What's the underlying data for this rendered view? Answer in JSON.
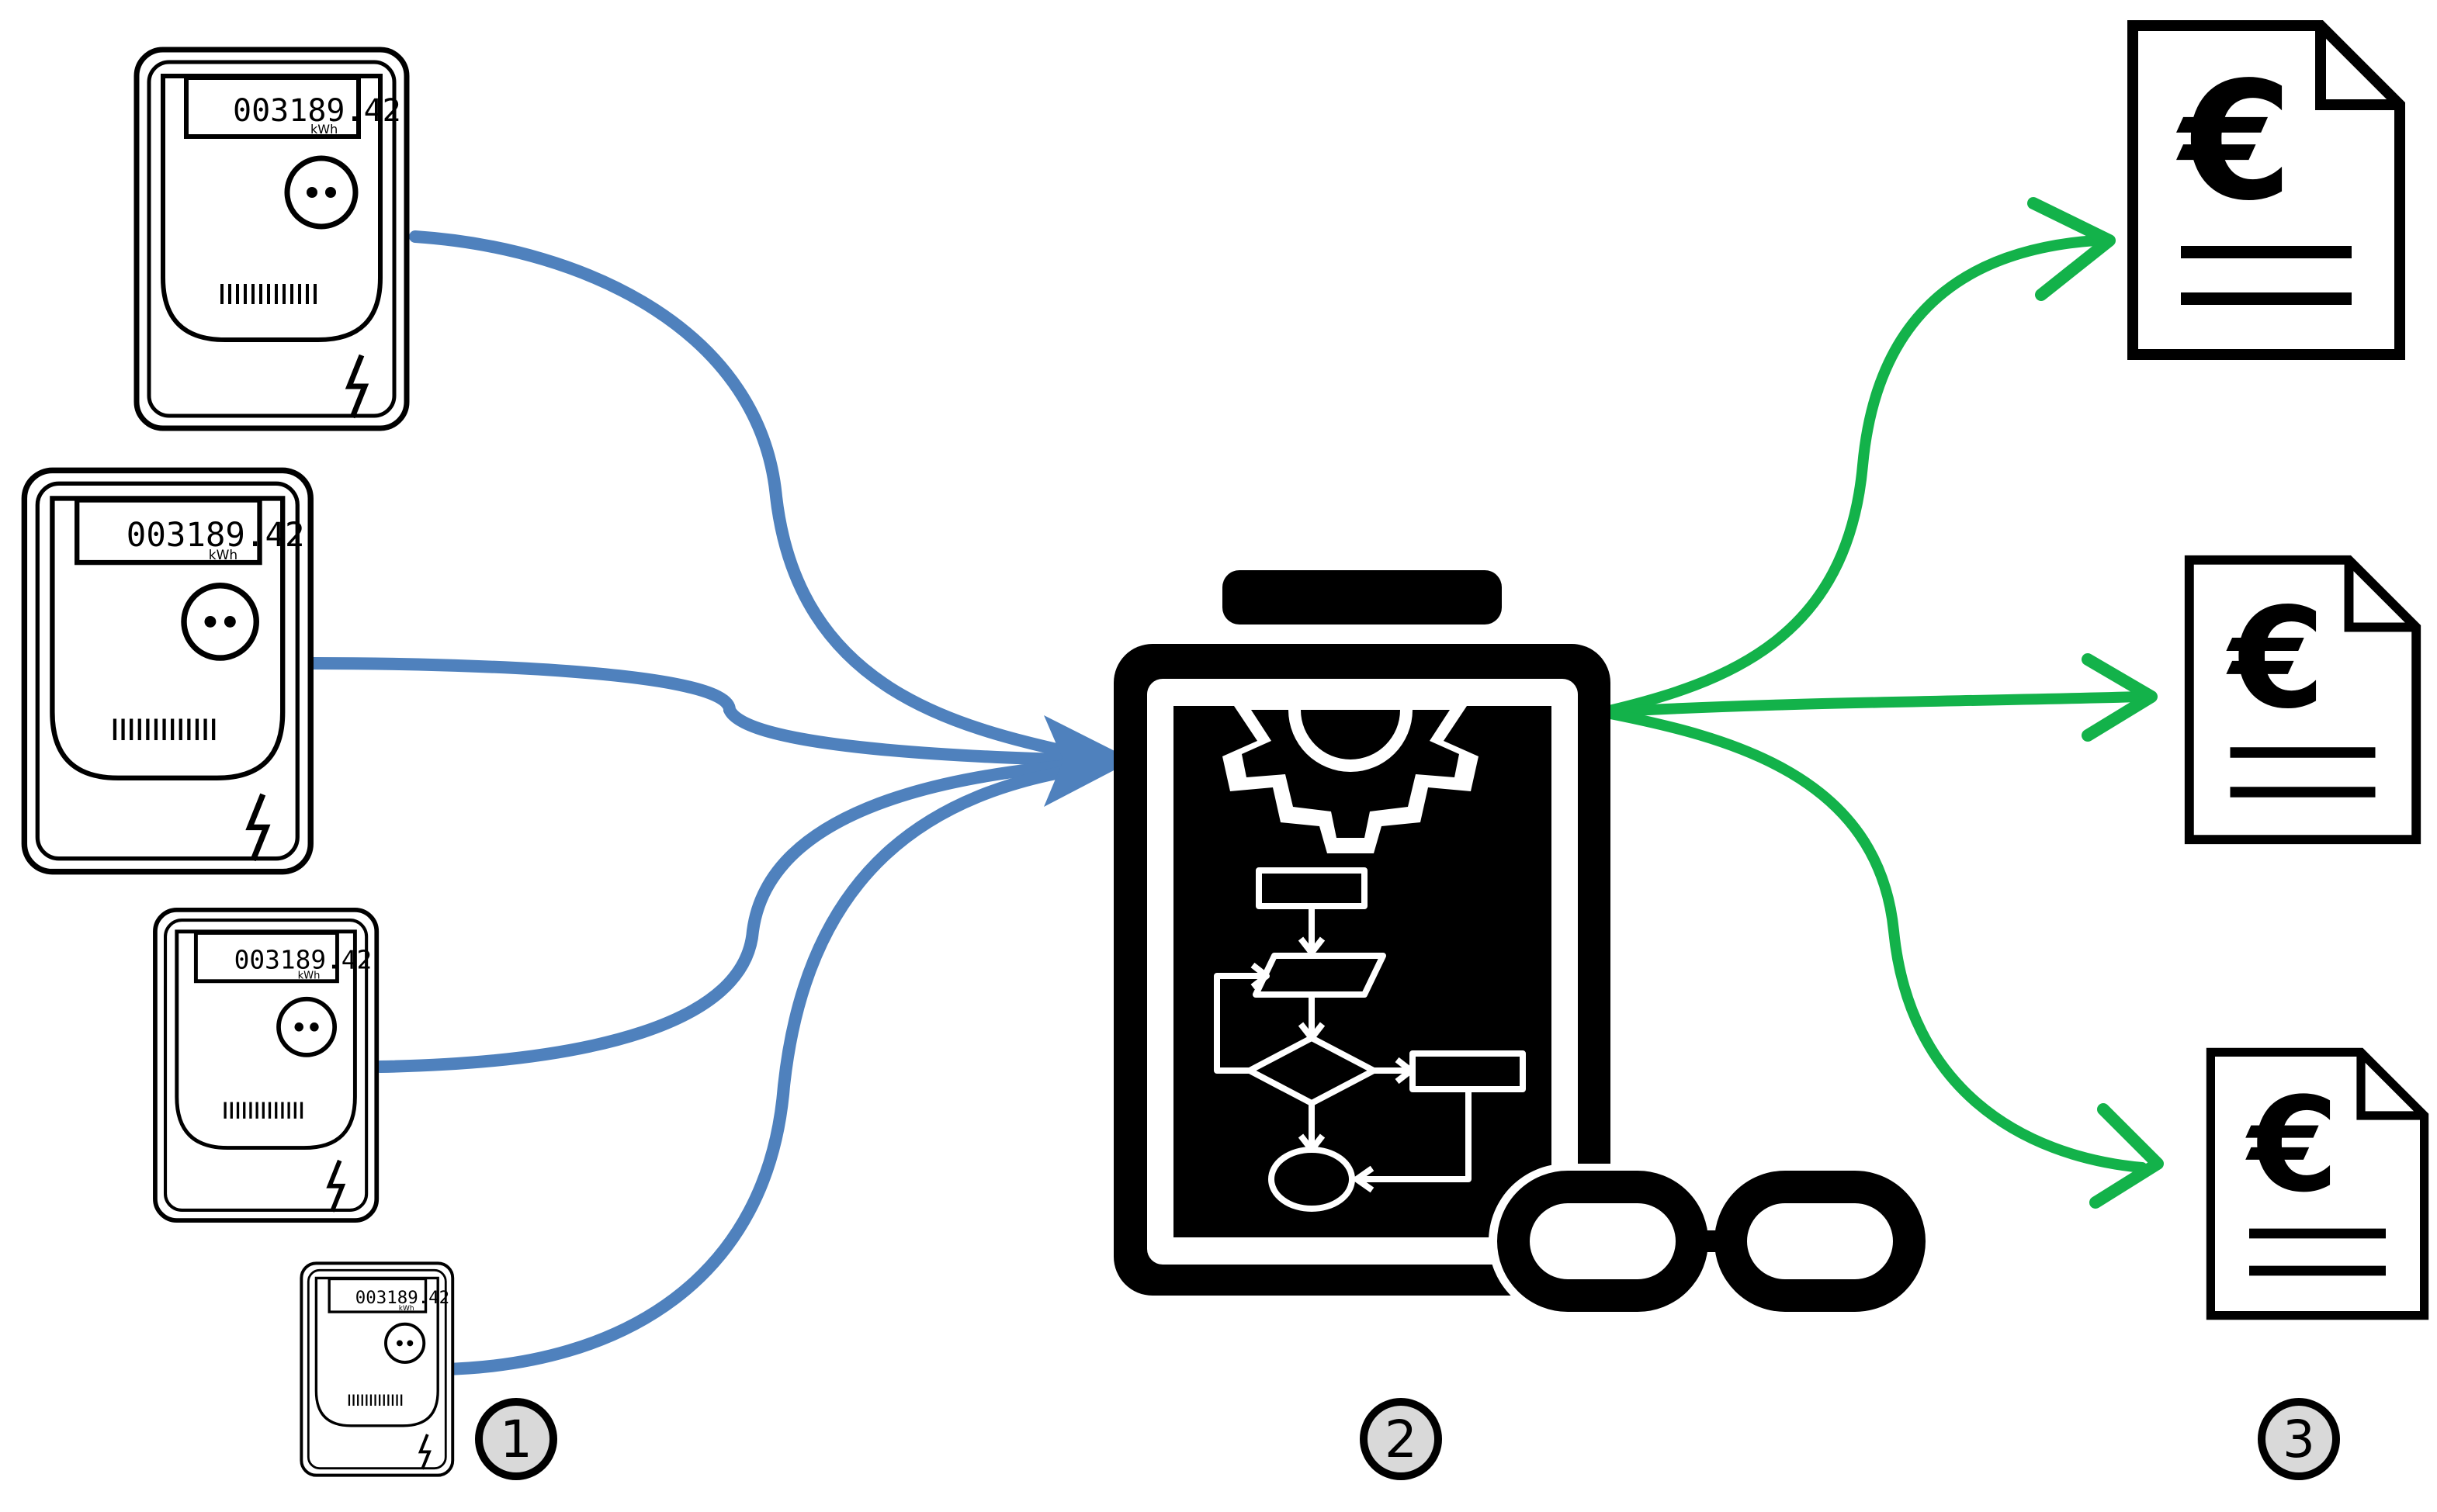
{
  "colors": {
    "input_arrows": "#4f81bd",
    "output_arrows": "#13b24a",
    "ink": "#000000",
    "badge_fill": "#d9d9d9"
  },
  "meters": {
    "reading": "003189.42",
    "unit": "kWh",
    "icon": "electricity-meter-icon"
  },
  "processor": {
    "icon": "clipboard-gear-flowchart-chain-icon"
  },
  "invoices": {
    "currency_symbol": "€",
    "icon": "euro-invoice-document-icon"
  },
  "steps": [
    {
      "number": "1"
    },
    {
      "number": "2"
    },
    {
      "number": "3"
    }
  ]
}
